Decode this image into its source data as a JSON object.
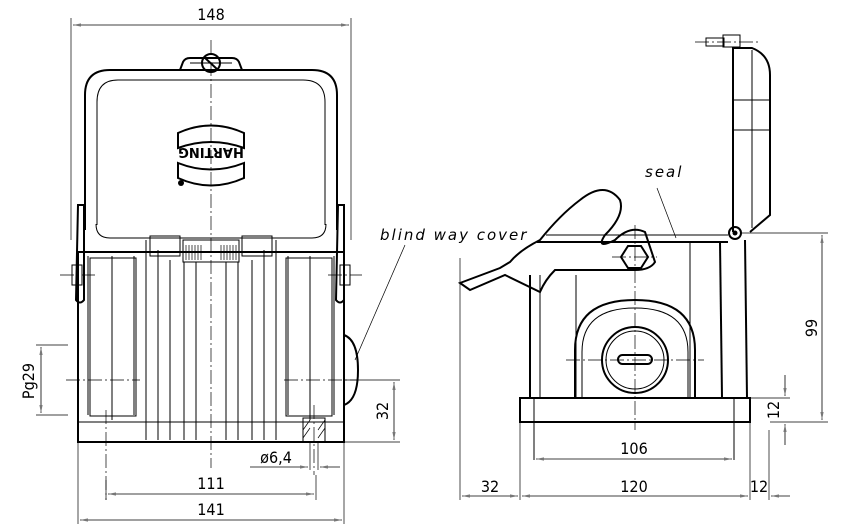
{
  "drawing": {
    "title": "Hood with locking lever – front and side view",
    "front_view": {
      "logo_text": "HARTING",
      "dimensions": {
        "overall_width_top": "148",
        "thread_size": "Pg29",
        "hole_diameter": "ø6,4",
        "mounting_height": "32",
        "hole_spacing": "111",
        "base_width": "141"
      }
    },
    "side_view": {
      "labels": {
        "blind_way_cover": "blind way cover",
        "seal": "seal"
      },
      "dimensions": {
        "height": "99",
        "base_height": "12",
        "inner_width": "106",
        "base_length": "120",
        "lever_overhang": "32",
        "right_overhang": "12"
      }
    }
  }
}
